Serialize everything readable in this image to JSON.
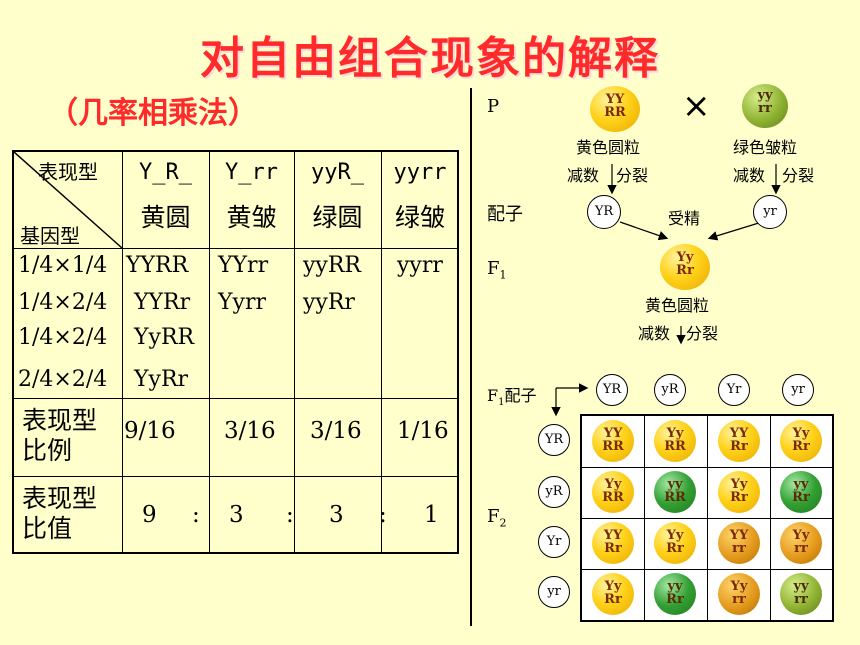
{
  "title": "对自由组合现象的解释",
  "subtitle": "（几率相乘法）",
  "table": {
    "corner_top": "表现型",
    "corner_bottom": "基因型",
    "columns": [
      {
        "genotype": "Y_R_",
        "phenotype": "黄圆"
      },
      {
        "genotype": "Y_rr",
        "phenotype": "黄皱"
      },
      {
        "genotype": "yyR_",
        "phenotype": "绿圆"
      },
      {
        "genotype": "yyrr",
        "phenotype": "绿皱"
      }
    ],
    "probabilities": [
      "1/4×1/4",
      "1/4×2/4",
      "1/4×2/4",
      "2/4×2/4"
    ],
    "col1_genotypes": [
      "YYRR",
      "YYRr",
      "YyRR",
      "YyRr"
    ],
    "col2_genotypes": [
      "YYrr",
      "Yyrr"
    ],
    "col3_genotypes": [
      "yyRR",
      "yyRr"
    ],
    "col4_genotypes": [
      "yyrr"
    ],
    "ratio_label": "表现型比例",
    "ratio_values": [
      "9/16",
      "3/16",
      "3/16",
      "1/16"
    ],
    "value_label": "表现型比值",
    "value_numbers": [
      "9",
      "3",
      "3",
      "1"
    ],
    "value_sep": ":"
  },
  "diagram": {
    "p_label": "P",
    "cross_sign": "×",
    "parent1": {
      "top": "YY",
      "bottom": "RR",
      "name": "黄色圆粒"
    },
    "parent2": {
      "top": "yy",
      "bottom": "rr",
      "name": "绿色皱粒"
    },
    "meiosis_left": "减数",
    "meiosis_right": "分裂",
    "gamete_label": "配子",
    "gamete1": "YR",
    "gamete2": "yr",
    "fertilization": "受精",
    "f1_label": "F",
    "f1_sub": "1",
    "f1": {
      "top": "Yy",
      "bottom": "Rr",
      "name": "黄色圆粒"
    },
    "f1_gamete_label_pre": "F",
    "f1_gamete_label_sub": "1",
    "f1_gamete_label_post": "配子",
    "f1_gametes": [
      "YR",
      "yR",
      "Yr",
      "yr"
    ],
    "f2_label": "F",
    "f2_sub": "2",
    "f2_grid": [
      [
        {
          "t": "YY",
          "b": "RR",
          "c": "yellow"
        },
        {
          "t": "Yy",
          "b": "RR",
          "c": "yellow"
        },
        {
          "t": "YY",
          "b": "Rr",
          "c": "yellow"
        },
        {
          "t": "Yy",
          "b": "Rr",
          "c": "yellow"
        }
      ],
      [
        {
          "t": "Yy",
          "b": "RR",
          "c": "yellow"
        },
        {
          "t": "yy",
          "b": "RR",
          "c": "green"
        },
        {
          "t": "Yy",
          "b": "Rr",
          "c": "yellow"
        },
        {
          "t": "yy",
          "b": "Rr",
          "c": "green"
        }
      ],
      [
        {
          "t": "YY",
          "b": "Rr",
          "c": "yellow"
        },
        {
          "t": "Yy",
          "b": "Rr",
          "c": "yellow"
        },
        {
          "t": "YY",
          "b": "rr",
          "c": "wrinkY"
        },
        {
          "t": "Yy",
          "b": "rr",
          "c": "wrinkY"
        }
      ],
      [
        {
          "t": "Yy",
          "b": "Rr",
          "c": "yellow"
        },
        {
          "t": "yy",
          "b": "Rr",
          "c": "green"
        },
        {
          "t": "Yy",
          "b": "rr",
          "c": "wrinkY"
        },
        {
          "t": "yy",
          "b": "rr",
          "c": "wrinkG"
        }
      ]
    ]
  }
}
